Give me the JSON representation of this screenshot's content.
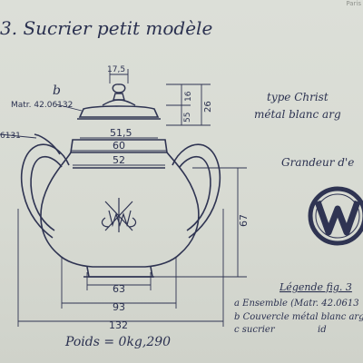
{
  "title": "3. Sucrier petit modèle",
  "corner_mark": "Paris",
  "part_labels": {
    "b": "b",
    "b_matr": "Matr. 42.06132",
    "c_matr": "6131"
  },
  "dimensions": {
    "knob_width": "17,5",
    "h16": "16",
    "h55": "55",
    "h26": "26",
    "w51": "51,5",
    "w60": "60",
    "w52": "52",
    "h67": "67",
    "w63": "63",
    "w93": "93",
    "w132": "132"
  },
  "weight": "Poids = 0kg,290",
  "right_notes": {
    "type_line": "type Christ",
    "metal_line": "métal blanc arg",
    "size_line": "Grandeur d'e"
  },
  "legend": {
    "title": "Légende fig. 3",
    "line_a": "a Ensemble (Matr. 42.0613",
    "line_b": "b Couvercle métal blanc arge",
    "line_c": "c sucrier",
    "line_c_id": "id"
  },
  "colors": {
    "paper": "#d9dbd4",
    "ink": "#2f3452"
  }
}
